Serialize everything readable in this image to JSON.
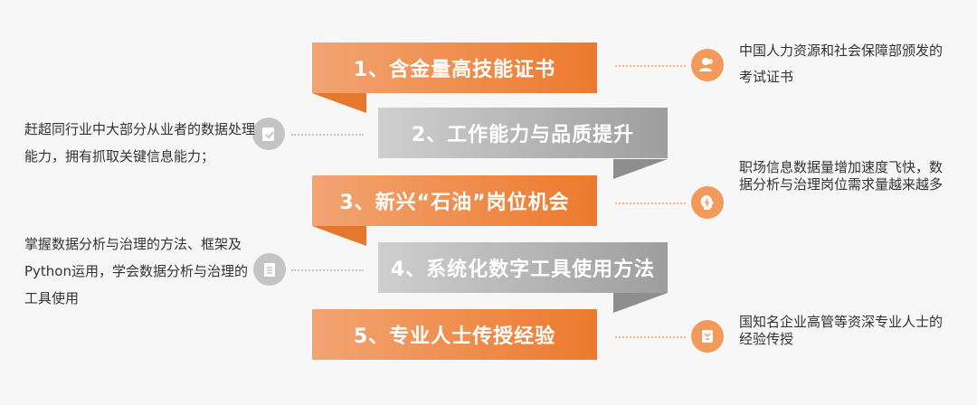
{
  "banners": [
    {
      "label": "1、含金量高技能证书"
    },
    {
      "label": "2、工作能力与品质提升"
    },
    {
      "label": "3、新兴“石油”岗位机会"
    },
    {
      "label": "4、系统化数字工具使用方法"
    },
    {
      "label": "5、专业人士传授经验"
    }
  ],
  "descriptions": {
    "d1": "中国人力资源和社会保障部颁发的考试证书",
    "d2": "赶超同行业中大部分从业者的数据处理能力，拥有抓取关键信息能力；",
    "d3": "职场信息数据量增加速度飞快，数据分析与治理岗位需求量越来越多",
    "d4": "掌握数据分析与治理的方法、框架及Python运用，学会数据分析与治理的工具使用",
    "d5": "国知名企业高管等资深专业人士的经验传授"
  },
  "icons": [
    "users-icon",
    "clipboard-check-icon",
    "head-idea-icon",
    "document-icon",
    "badge-icon"
  ],
  "colors": {
    "orange": "#ec7a2d",
    "gray": "#9e9e9e",
    "dots_orange": "#f5b48a",
    "dots_gray": "#c8c8c8"
  }
}
